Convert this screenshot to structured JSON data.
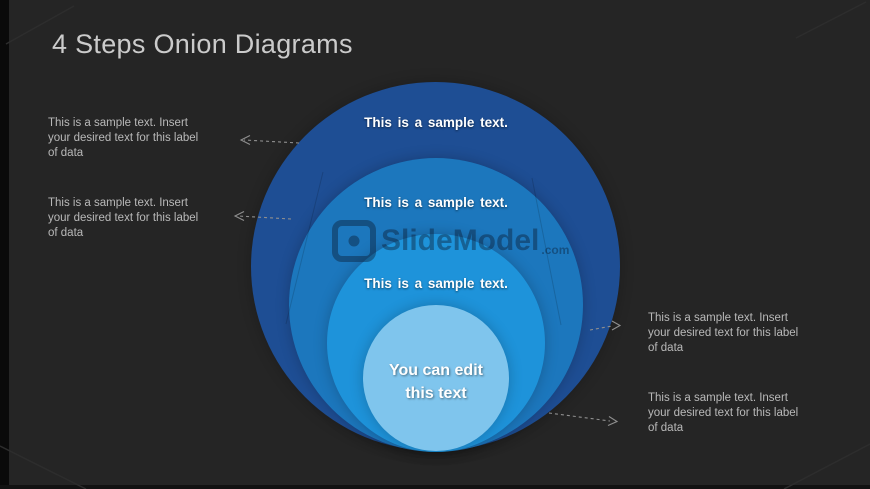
{
  "slide": {
    "title": "4 Steps Onion Diagrams"
  },
  "onion": {
    "steps": [
      {
        "label": "This is a sample text.",
        "color": "#1E4E94"
      },
      {
        "label": "This is a sample text.",
        "color": "#1C77BD"
      },
      {
        "label": "This is a sample text.",
        "color": "#1E93DA"
      },
      {
        "lines": [
          "You can edit",
          "this text"
        ],
        "color": "#7FC5ED"
      }
    ]
  },
  "callouts": {
    "left": [
      {
        "lines": [
          "This is a sample text. Insert",
          "your desired text for this label",
          "of data"
        ]
      },
      {
        "lines": [
          "This is a sample text. Insert",
          "your desired text for this label",
          "of data"
        ]
      }
    ],
    "right": [
      {
        "lines": [
          "This is a sample text. Insert",
          "your desired text for this label",
          "of data"
        ]
      },
      {
        "lines": [
          "This is a sample text. Insert",
          "your desired text for this label",
          "of data"
        ]
      }
    ]
  },
  "watermark": {
    "brand": "SlideModel",
    "tld": ".com"
  },
  "colors": {
    "background": "#252525",
    "title": "#CBCBCB",
    "body_text": "#B9B9B9",
    "connector": "#8F8F8F",
    "ring1": "#1E4E94",
    "ring2": "#1C77BD",
    "ring3": "#1E93DA",
    "core": "#7FC5ED"
  }
}
